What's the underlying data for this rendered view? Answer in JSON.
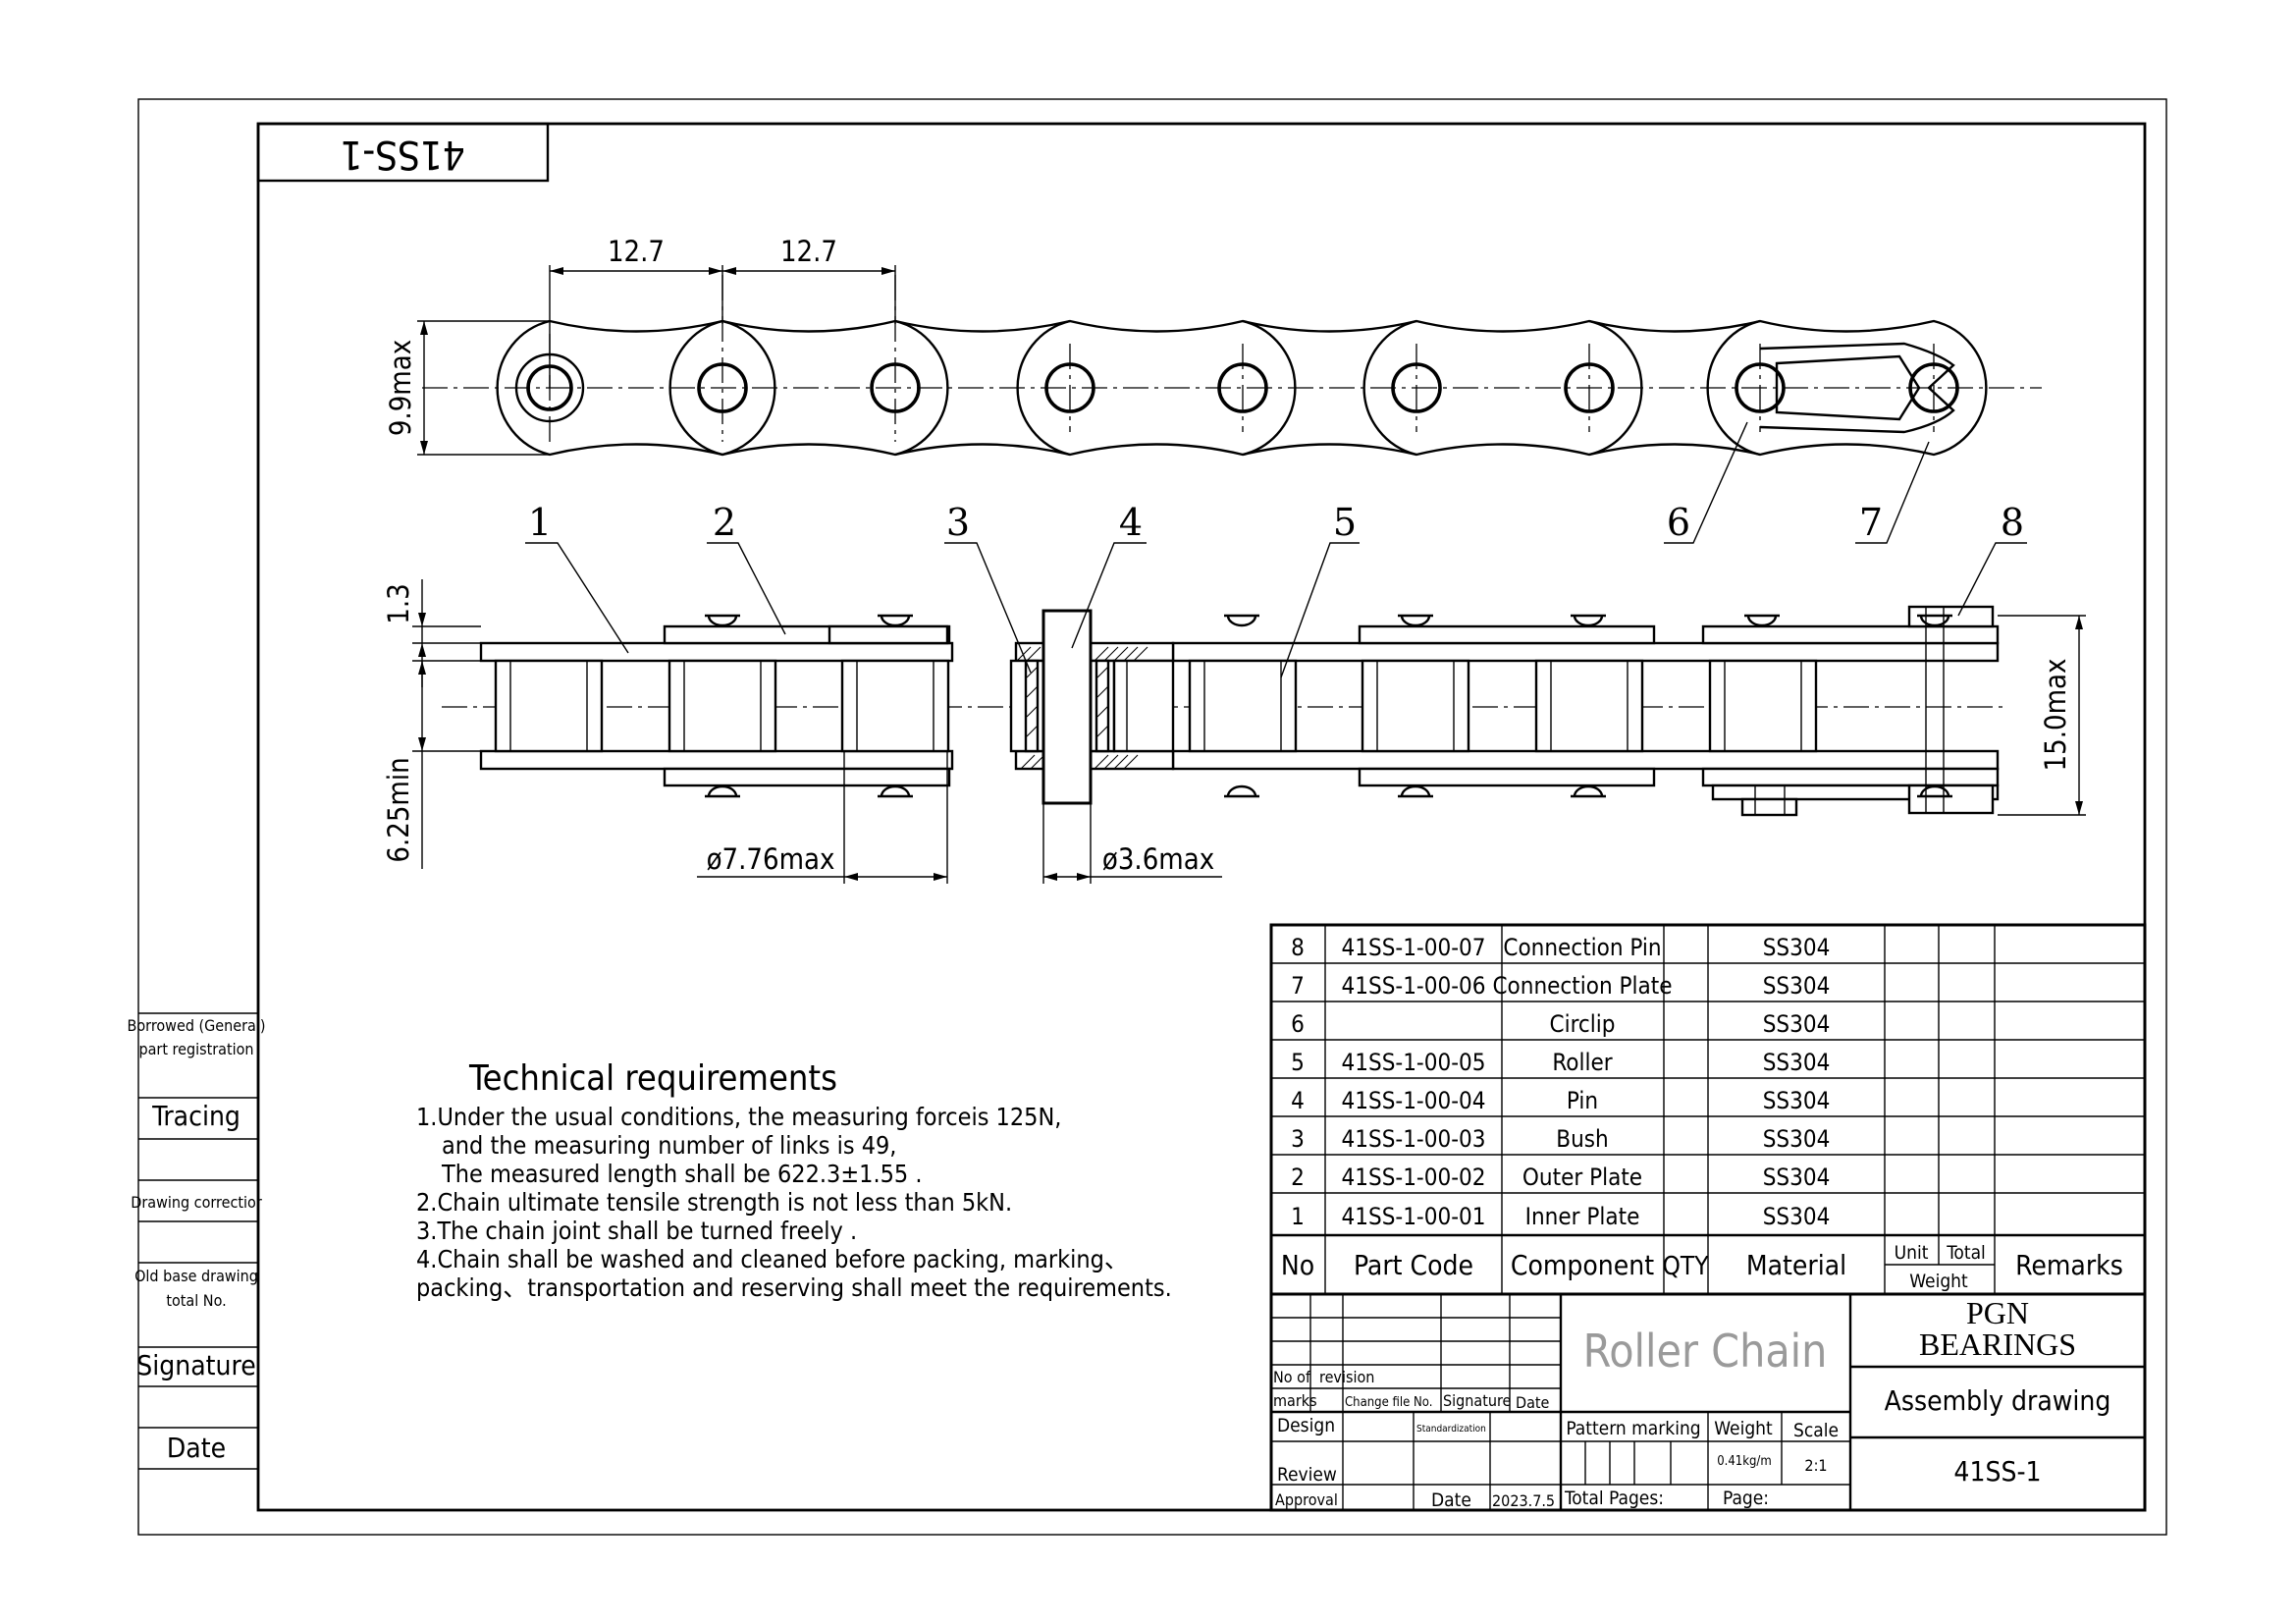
{
  "drawing_number_rotated": "41SS-1",
  "dimensions": {
    "pitch_1": "12.7",
    "pitch_2": "12.7",
    "height": "9.9max",
    "plate_thickness": "1.3",
    "inner_width": "6.25min",
    "width": "15.0max",
    "roller_dia": "ø7.76max",
    "pin_dia": "ø3.6max"
  },
  "balloons": [
    "1",
    "2",
    "3",
    "4",
    "5",
    "6",
    "7",
    "8"
  ],
  "left_panel": {
    "borrowed_line1": "Borrowed (General)",
    "borrowed_line2": "part registration",
    "tracing": "Tracing",
    "drawing_correction": "Drawing correctior",
    "old_base_line1": "Old base drawing",
    "old_base_line2": "total No.",
    "signature": "Signature",
    "date": "Date"
  },
  "technical_requirements": {
    "heading": "Technical  requirements",
    "lines": [
      "1.Under  the  usual  conditions,  the  measuring  forceis    125N,",
      "and  the  measuring  number  of  links  is  49,",
      "The  measured  length  shall  be  622.3±1.55  .",
      "2.Chain  ultimate  tensile  strength  is  not  less  than  5kN.",
      "3.The  chain  joint  shall  be  turned  freely  .",
      "4.Chain  shall  be  washed  and  cleaned  before  packing,  marking、",
      "packing、transportation  and  reserving  shall  meet  the  requirements."
    ]
  },
  "bom": {
    "rows": [
      {
        "no": "8",
        "code": "41SS-1-00-07",
        "component": "Connection Pin",
        "qty": "",
        "material": "SS304"
      },
      {
        "no": "7",
        "code": "41SS-1-00-06",
        "component": "Connection Plate",
        "qty": "",
        "material": "SS304"
      },
      {
        "no": "6",
        "code": "",
        "component": "Circlip",
        "qty": "",
        "material": "SS304"
      },
      {
        "no": "5",
        "code": "41SS-1-00-05",
        "component": "Roller",
        "qty": "",
        "material": "SS304"
      },
      {
        "no": "4",
        "code": "41SS-1-00-04",
        "component": "Pin",
        "qty": "",
        "material": "SS304"
      },
      {
        "no": "3",
        "code": "41SS-1-00-03",
        "component": "Bush",
        "qty": "",
        "material": "SS304"
      },
      {
        "no": "2",
        "code": "41SS-1-00-02",
        "component": "Outer Plate",
        "qty": "",
        "material": "SS304"
      },
      {
        "no": "1",
        "code": "41SS-1-00-01",
        "component": "Inner Plate",
        "qty": "",
        "material": "SS304"
      }
    ],
    "header": {
      "no": "No",
      "code": "Part Code",
      "component": "Component",
      "qty": "QTY",
      "material": "Material",
      "unit": "Unit",
      "total": "Total",
      "weight": "Weight",
      "remarks": "Remarks"
    }
  },
  "title_block": {
    "no_of": "No of",
    "revision": "revision",
    "marks": "marks",
    "change_file": "Change file No.",
    "signature": "Signature",
    "date_small": "Date",
    "design": "Design",
    "standardization": "Standardization",
    "review": "Review",
    "approval": "Approval",
    "date": "Date",
    "date_value": "2023.7.5",
    "title": "Roller Chain",
    "company_line1": "PGN",
    "company_line2": "BEARINGS",
    "drawing_type": "Assembly drawing",
    "pattern_marking": "Pattern marking",
    "weight": "Weight",
    "scale": "Scale",
    "weight_value": "0.41kg/m",
    "scale_value": "2:1",
    "drawing_number": "41SS-1",
    "total_pages": "Total Pages:",
    "page": "Page:"
  }
}
